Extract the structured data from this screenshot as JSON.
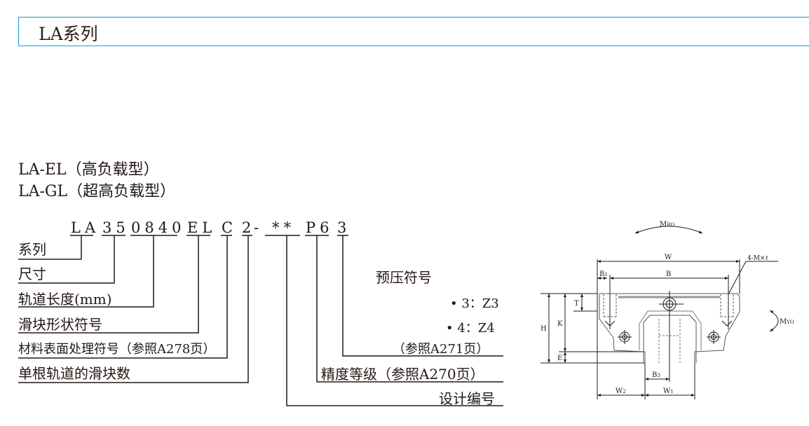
{
  "header": {
    "title": "LA系列"
  },
  "subtitles": [
    "LA-EL（高负载型）",
    "LA-GL（超高负载型）"
  ],
  "model_code": {
    "segments": [
      "LA",
      "35",
      "0840",
      "EL",
      "C",
      "2",
      "-",
      "**",
      "P6",
      "3"
    ]
  },
  "left_labels": [
    "系列",
    "尺寸",
    "轨道长度(mm)",
    "滑块形状符号",
    "材料表面处理符号（参照A278页）",
    "单根轨道的滑块数"
  ],
  "right_labels": {
    "preload_title": "预压符号",
    "preload_options": [
      "• 3：Z3",
      "• 4：Z4"
    ],
    "preload_ref": "（参照A271页）",
    "accuracy": "精度等级（参照A270页）",
    "design_no": "设计编号"
  },
  "drawing": {
    "labels": {
      "mro": "M",
      "mro_sub": "RO",
      "myo": "M",
      "myo_sub": "YO",
      "w": "W",
      "b": "B",
      "b1": "B",
      "b1_sub": "1",
      "thread": "4-M×ℓ",
      "h": "H",
      "k": "K",
      "t": "T",
      "e": "E",
      "b3": "B",
      "b3_sub": "3",
      "w1": "W",
      "w1_sub": "1",
      "w2": "W",
      "w2_sub": "2"
    }
  }
}
